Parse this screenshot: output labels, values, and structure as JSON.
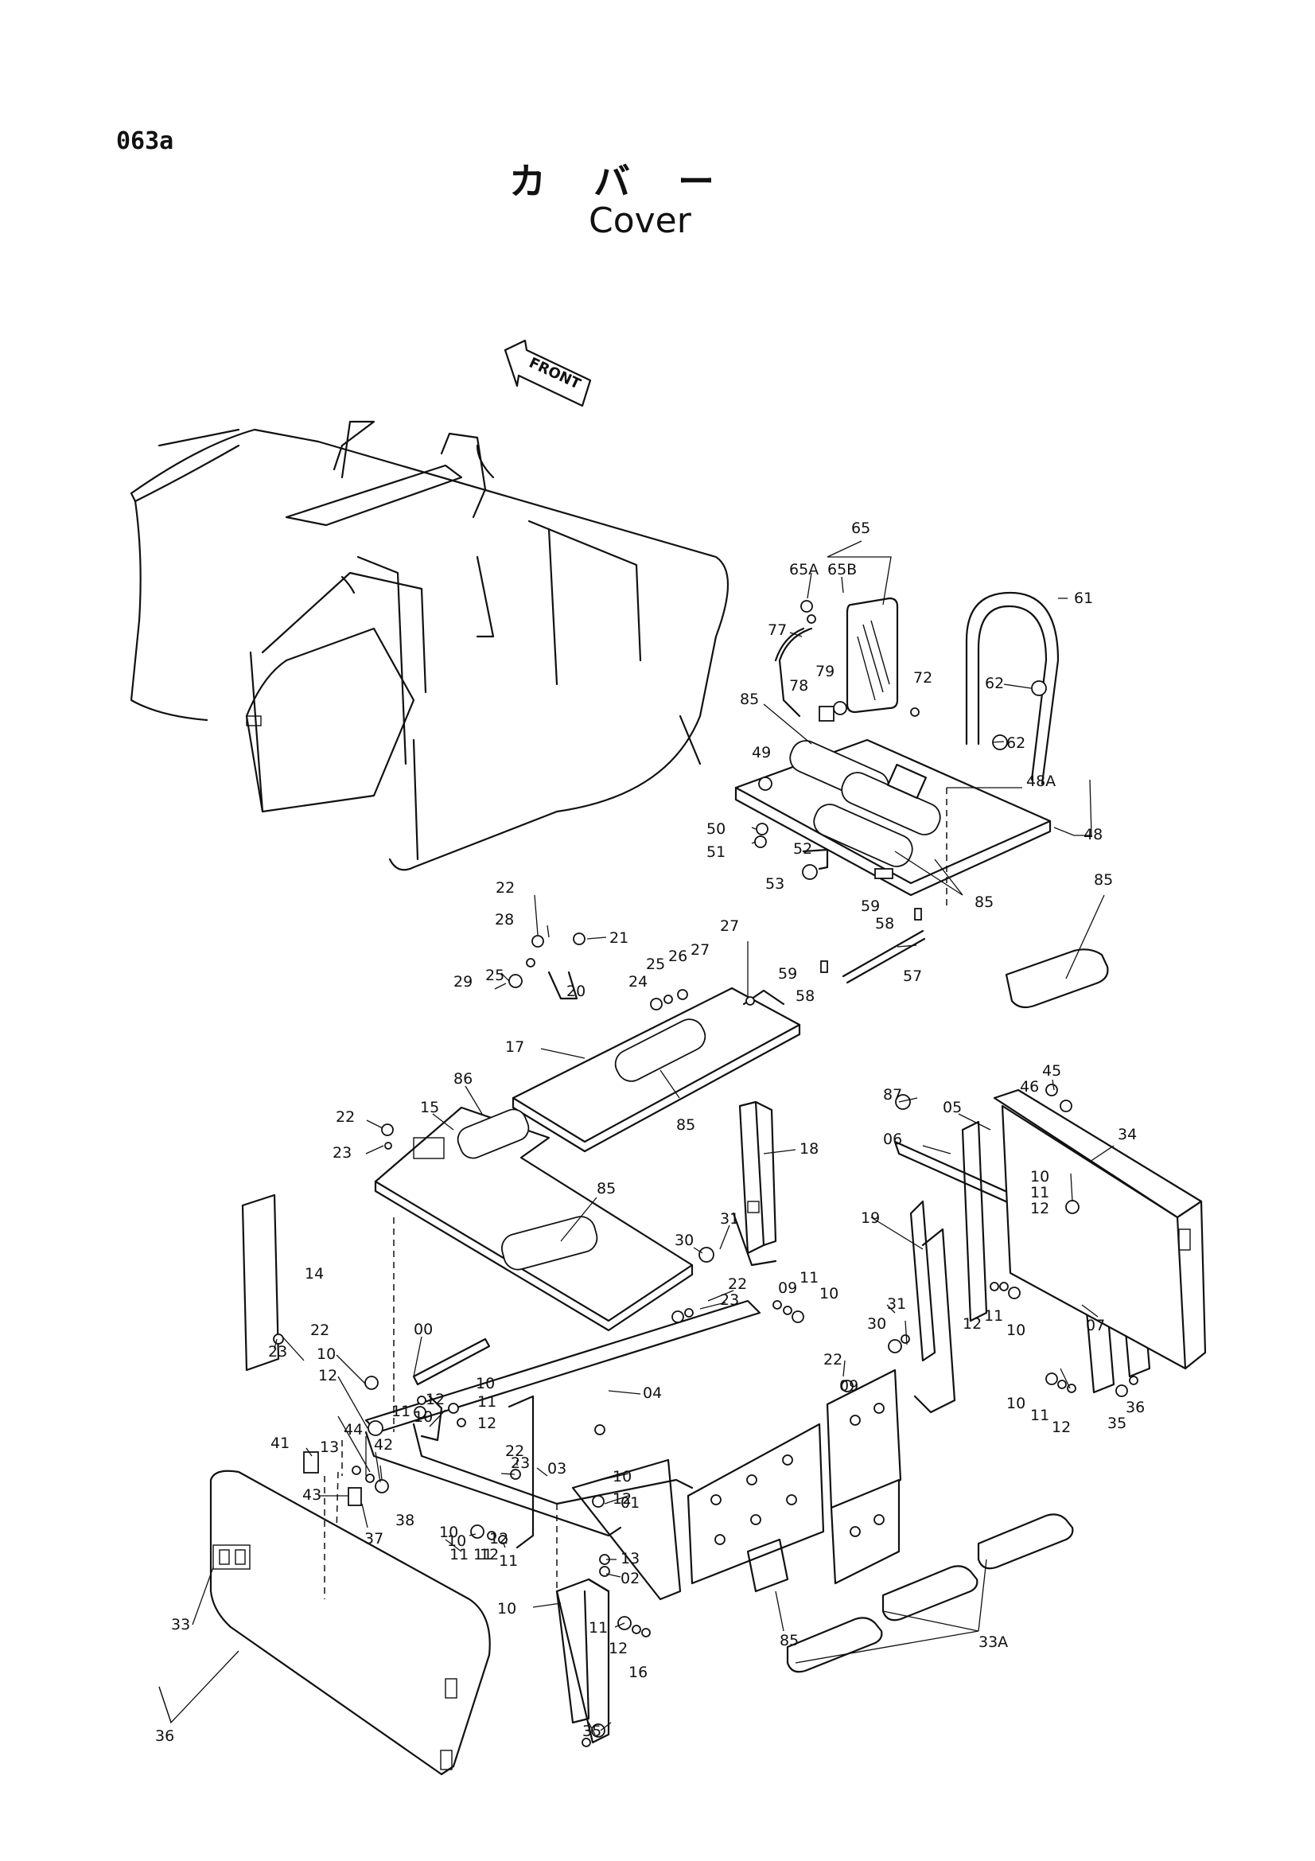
{
  "header": {
    "page_code": "063a",
    "title_jp": "カバー",
    "title_en": "Cover"
  },
  "front_arrow_label": "FRONT",
  "part_labels": [
    "65",
    "65A",
    "65B",
    "61",
    "77",
    "79",
    "78",
    "72",
    "62",
    "62",
    "85",
    "49",
    "48A",
    "48",
    "50",
    "51",
    "52",
    "53",
    "59",
    "58",
    "85",
    "85",
    "22",
    "28",
    "21",
    "25",
    "29",
    "27",
    "25",
    "26",
    "27",
    "24",
    "20",
    "59",
    "58",
    "57",
    "17",
    "85",
    "86",
    "15",
    "22",
    "23",
    "85",
    "87",
    "05",
    "46",
    "45",
    "06",
    "34",
    "18",
    "19",
    "10",
    "11",
    "12",
    "31",
    "30",
    "22",
    "23",
    "09",
    "11",
    "10",
    "14",
    "22",
    "23",
    "00",
    "10",
    "12",
    "11",
    "10",
    "12",
    "11",
    "10",
    "12",
    "04",
    "31",
    "30",
    "12",
    "11",
    "10",
    "07",
    "22",
    "09",
    "10",
    "11",
    "12",
    "35",
    "36",
    "13",
    "44",
    "42",
    "41",
    "43",
    "38",
    "37",
    "12",
    "11",
    "10",
    "22",
    "23",
    "03",
    "10",
    "12",
    "01",
    "10",
    "11",
    "12",
    "11",
    "13",
    "02",
    "10",
    "11",
    "12",
    "16",
    "85",
    "33A",
    "33",
    "36",
    "35"
  ]
}
